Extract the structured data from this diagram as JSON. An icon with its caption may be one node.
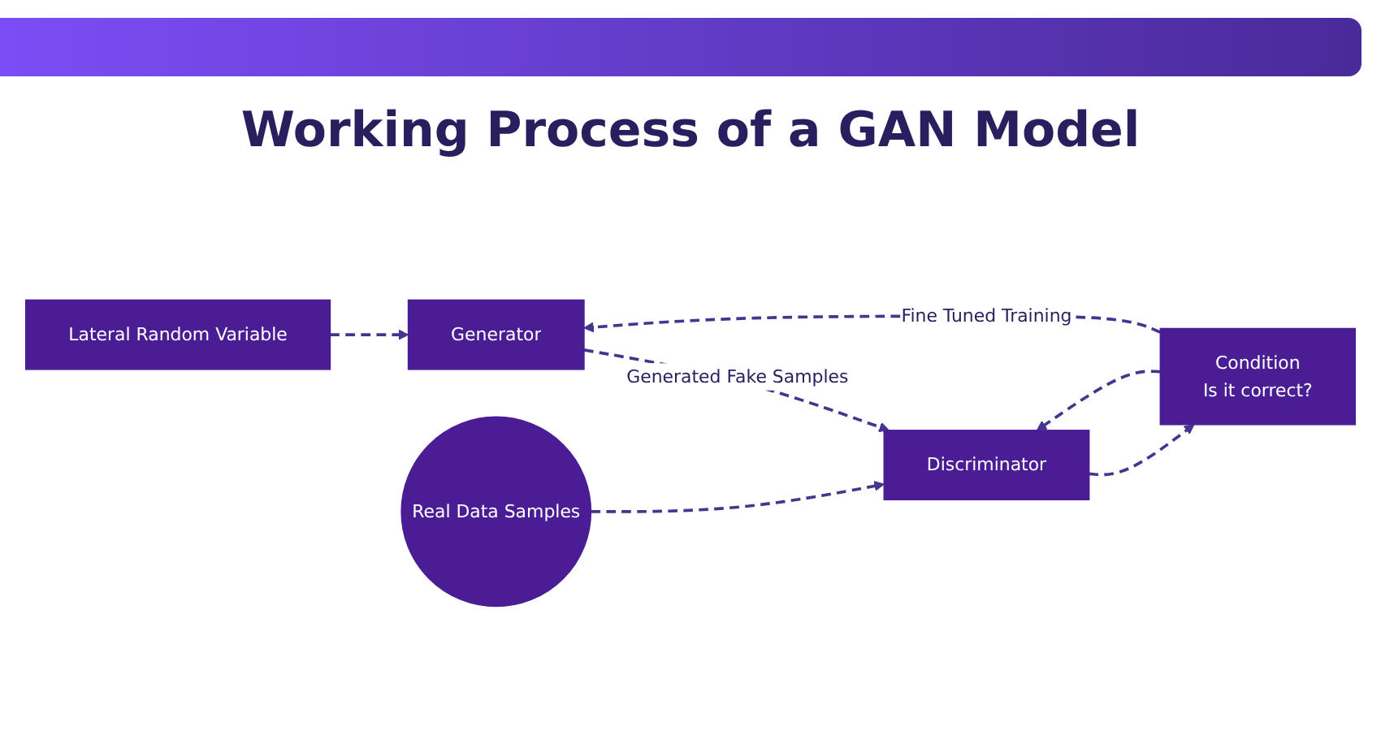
{
  "diagram": {
    "title": "Working Process of a GAN Model",
    "nodes": [
      {
        "text": [
          "Real Data Samples"
        ]
      },
      {
        "text": [
          "Discriminator"
        ]
      },
      {
        "text": [
          "Condition",
          "Is it correct?"
        ]
      },
      {
        "text": [
          "Lateral Random Variable"
        ]
      },
      {
        "text": [
          "Generator"
        ]
      }
    ],
    "edges": [
      {
        "from": 0,
        "to": 1,
        "arrow": "to",
        "style": "dashed"
      },
      {
        "from": 4,
        "to": 1,
        "arrow": "to",
        "style": "dashed",
        "label": "Generated Fake Samples"
      },
      {
        "from": 1,
        "to": 2,
        "arrow": "to",
        "style": "dashed"
      },
      {
        "from": 3,
        "to": 4,
        "arrow": "to",
        "style": "dashed"
      },
      {
        "from": 2,
        "to": 4,
        "arrow": "to",
        "style": "dashed",
        "label": "Fine Tuned Training"
      },
      {
        "from": 2,
        "to": 1,
        "arrow": "to",
        "style": "dashed"
      }
    ]
  }
}
